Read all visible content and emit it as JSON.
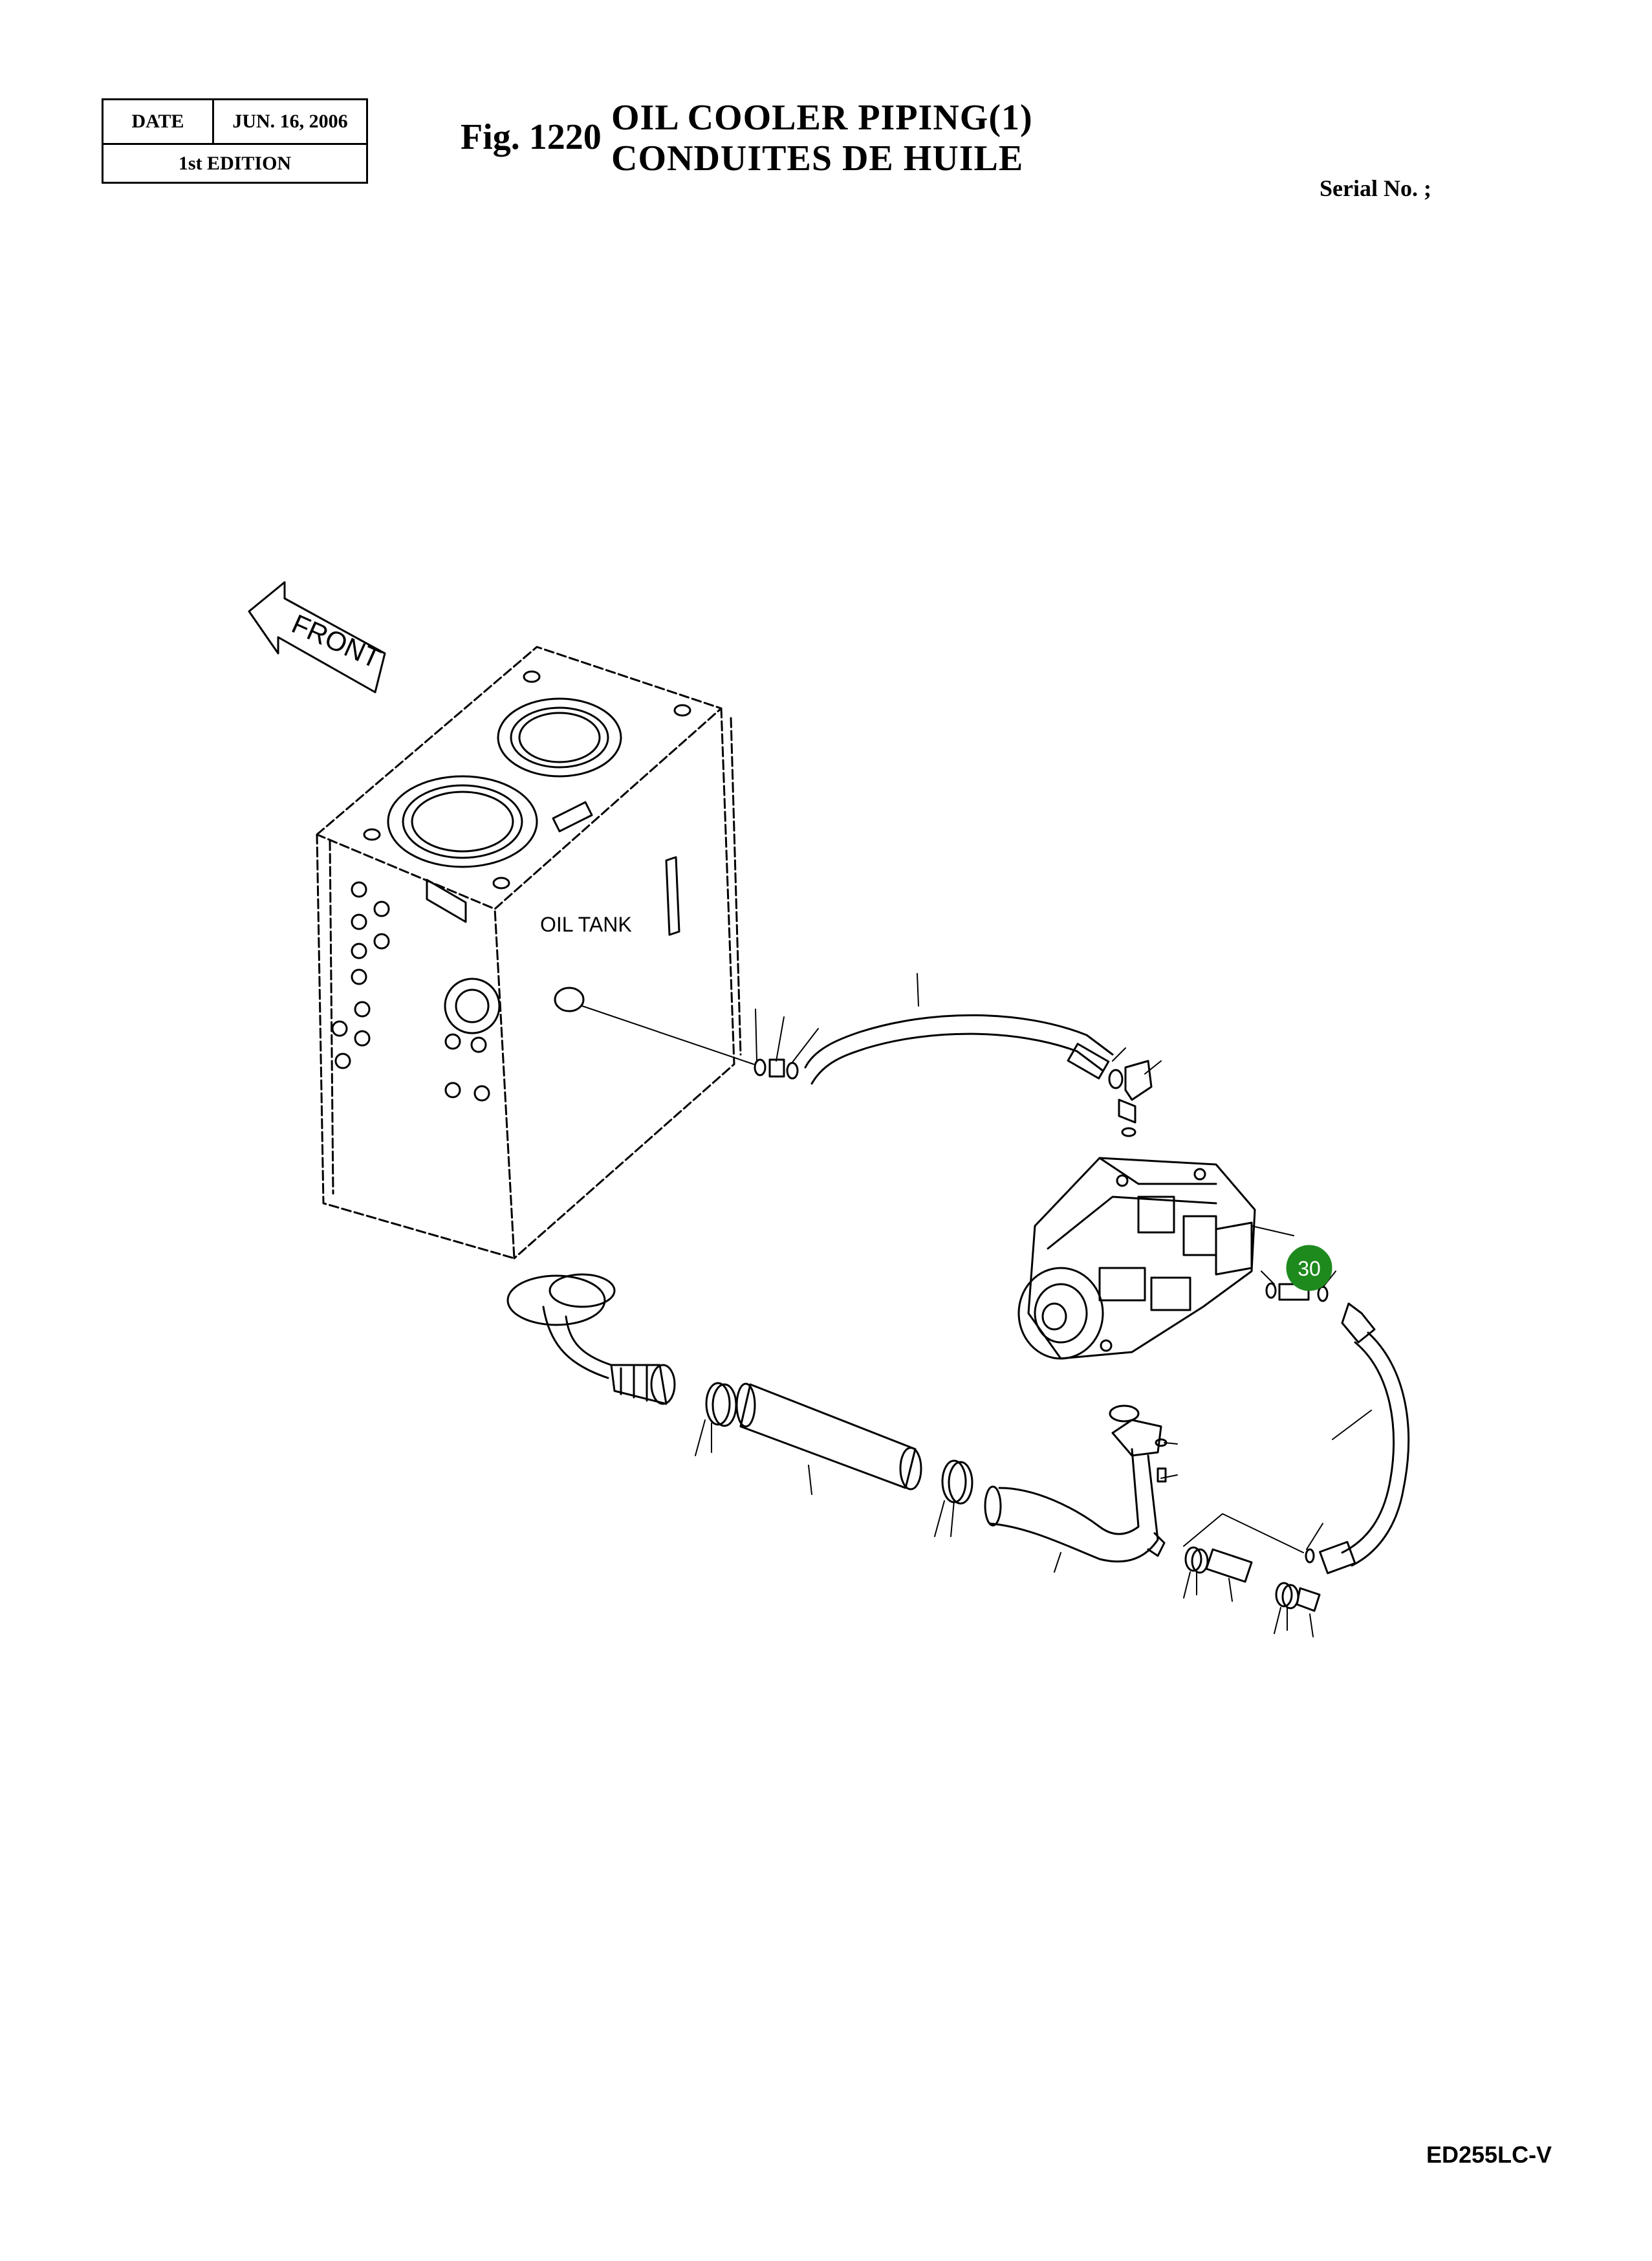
{
  "header": {
    "date_label": "DATE",
    "date_value": "JUN. 16, 2006",
    "edition": "1st EDITION",
    "figure_number": "Fig. 1220",
    "title_line1": "OIL  COOLER  PIPING(1)",
    "title_line2": "CONDUITES  DE  HUILE",
    "serial_label": "Serial No. ;"
  },
  "diagram": {
    "front_label": "FRONT",
    "tank_label": "OIL TANK",
    "callout_number": "30",
    "callout_color": "#1e8a1e"
  },
  "footer": {
    "model": "ED255LC-V"
  }
}
